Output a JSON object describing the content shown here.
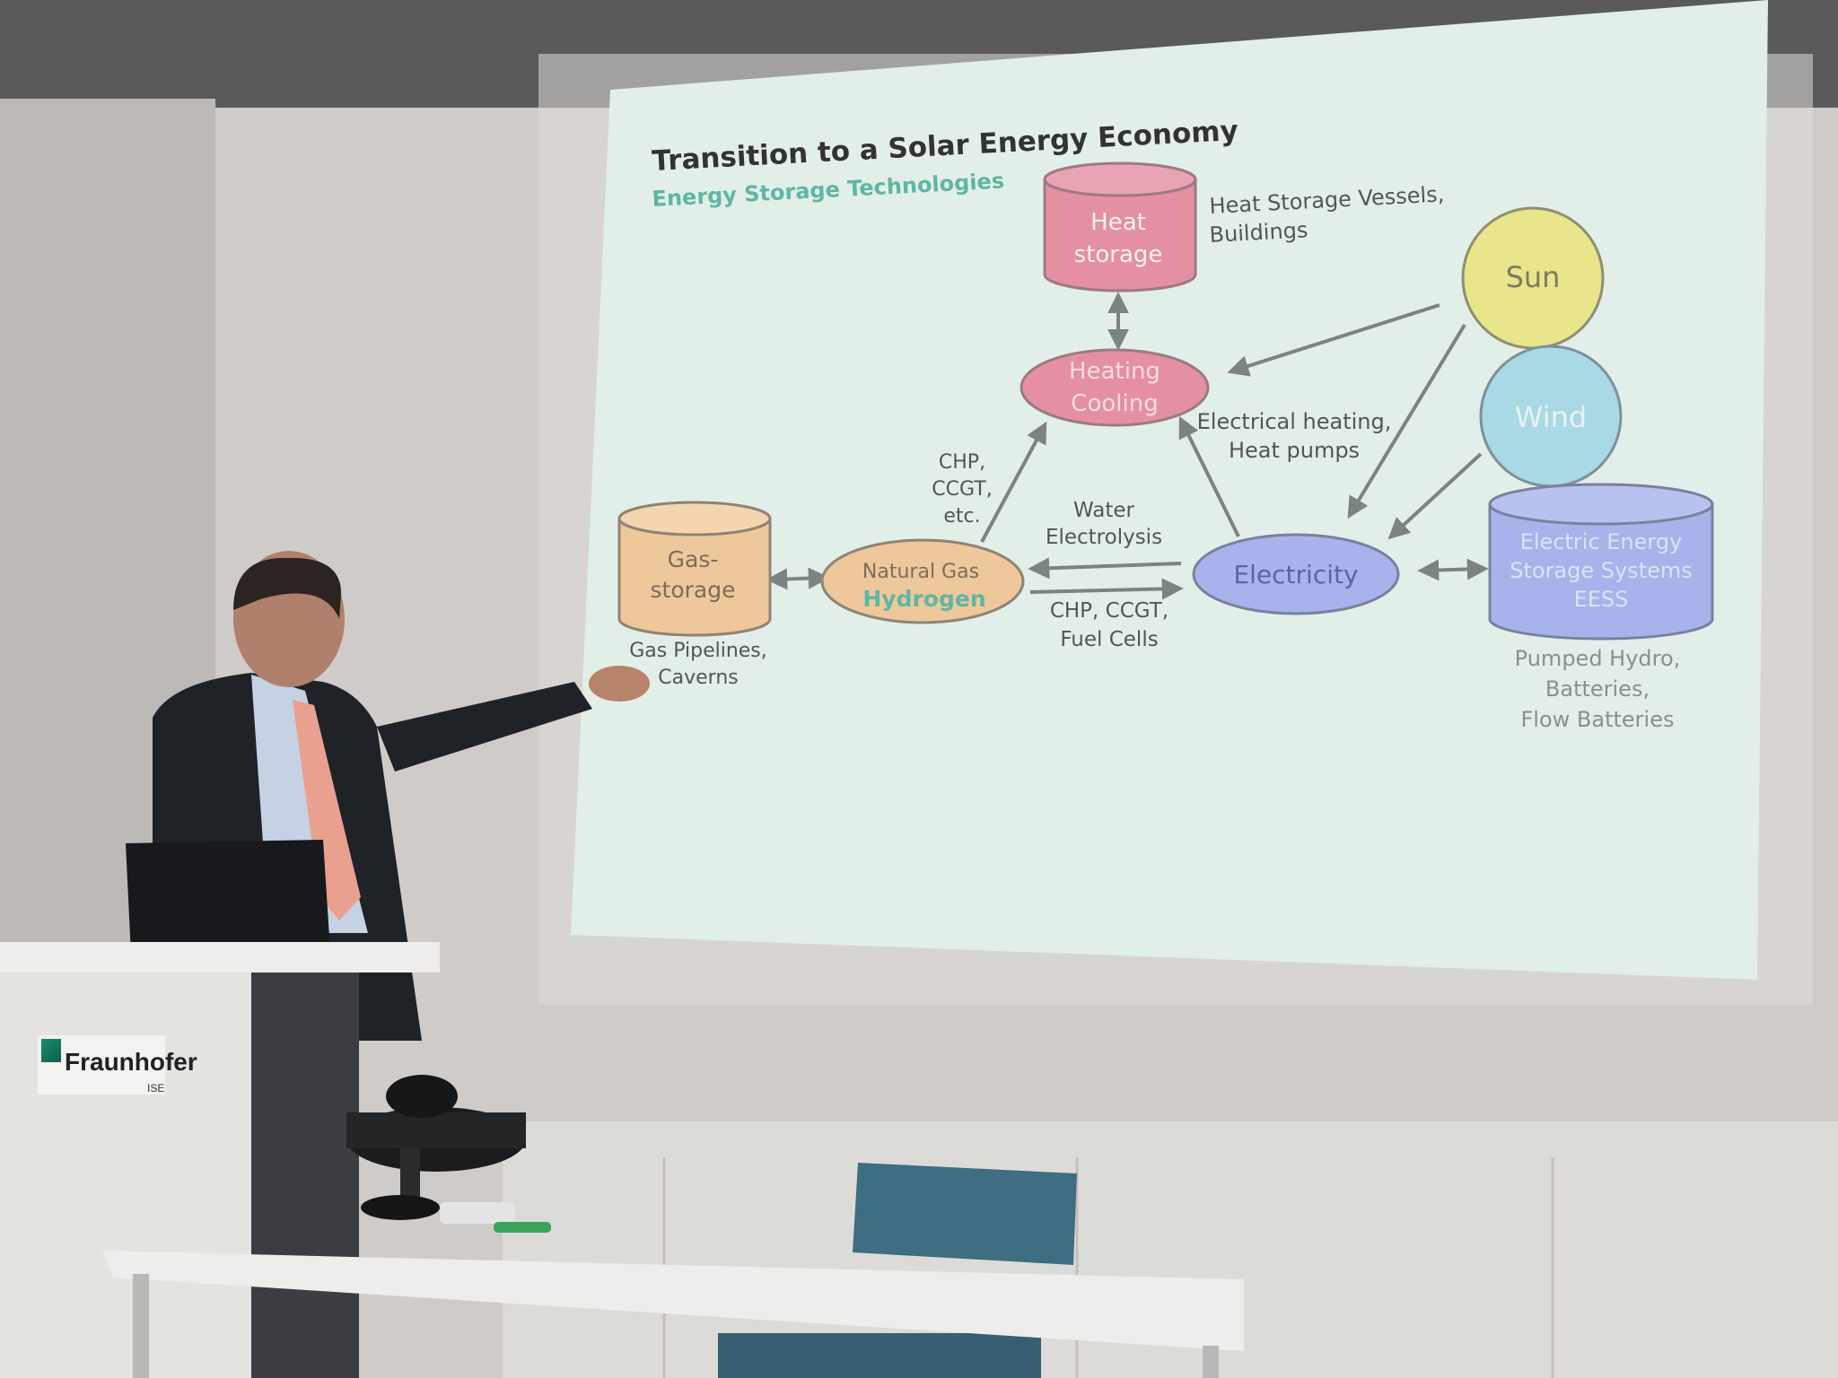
{
  "slide": {
    "title": "Transition to a Solar Energy Economy",
    "subtitle": "Energy Storage Technologies",
    "nodes": {
      "heat_storage": [
        "Heat",
        "storage"
      ],
      "heat_storage_note": [
        "Heat Storage Vessels,",
        "Buildings"
      ],
      "heating_cooling": [
        "Heating",
        "Cooling"
      ],
      "sun": "Sun",
      "wind": "Wind",
      "gas_storage": [
        "Gas-",
        "storage"
      ],
      "gas_storage_note": [
        "Gas Pipelines,",
        "Caverns"
      ],
      "natural_gas": "Natural Gas",
      "hydrogen": "Hydrogen",
      "electricity": "Electricity",
      "eess": [
        "Electric Energy",
        "Storage Systems",
        "EESS"
      ],
      "eess_note": [
        "Pumped Hydro,",
        "Batteries,",
        "Flow Batteries"
      ]
    },
    "labels": {
      "chp_ccgt_etc": [
        "CHP,",
        "CCGT,",
        "etc."
      ],
      "electrical_heating": [
        "Electrical heating,",
        "Heat pumps"
      ],
      "water_electrolysis": [
        "Water",
        "Electrolysis"
      ],
      "chp_fuel_cells": [
        "CHP, CCGT,",
        "Fuel Cells"
      ]
    },
    "colors": {
      "background": "#e2efe8",
      "heat": "#e58fa2",
      "gas": "#eec79a",
      "electric": "#a7b3ea",
      "sun": "#e8e58a",
      "wind": "#a8d9e4",
      "accent_teal": "#5fb6a4"
    }
  },
  "podium_logo": {
    "name": "Fraunhofer",
    "sub": "ISE"
  }
}
